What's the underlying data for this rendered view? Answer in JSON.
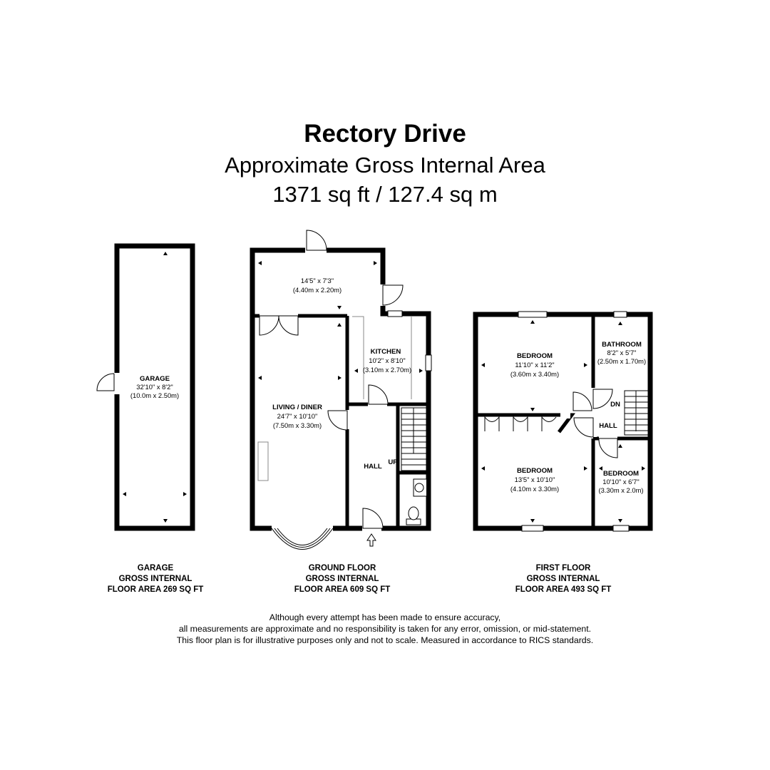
{
  "header": {
    "title": "Rectory Drive",
    "subtitle": "Approximate Gross Internal Area",
    "area": "1371 sq ft / 127.4 sq m"
  },
  "rooms": {
    "garage": {
      "name": "GARAGE",
      "dim_imperial": "32'10\" x 8'2\"",
      "dim_metric": "(10.0m x 2.50m)"
    },
    "conservatory": {
      "dim_imperial": "14'5\" x 7'3\"",
      "dim_metric": "(4.40m x 2.20m)"
    },
    "kitchen": {
      "name": "KITCHEN",
      "dim_imperial": "10'2\" x 8'10\"",
      "dim_metric": "(3.10m x 2.70m)"
    },
    "living_diner": {
      "name": "LIVING / DINER",
      "dim_imperial": "24'7\" x 10'10\"",
      "dim_metric": "(7.50m x 3.30m)"
    },
    "ground_hall": {
      "name": "HALL",
      "stair_label": "UP"
    },
    "bedroom_1": {
      "name": "BEDROOM",
      "dim_imperial": "11'10\" x 11'2\"",
      "dim_metric": "(3.60m x 3.40m)"
    },
    "bathroom": {
      "name": "BATHROOM",
      "dim_imperial": "8'2\" x 5'7\"",
      "dim_metric": "(2.50m x 1.70m)"
    },
    "first_hall": {
      "name": "HALL",
      "stair_label": "DN"
    },
    "bedroom_2": {
      "name": "BEDROOM",
      "dim_imperial": "13'5\" x 10'10\"",
      "dim_metric": "(4.10m x 3.30m)"
    },
    "bedroom_3": {
      "name": "BEDROOM",
      "dim_imperial": "10'10\" x 6'7\"",
      "dim_metric": "(3.30m x 2.0m)"
    }
  },
  "captions": {
    "garage": [
      "GARAGE",
      "GROSS INTERNAL",
      "FLOOR AREA 269 SQ FT"
    ],
    "ground": [
      "GROUND FLOOR",
      "GROSS INTERNAL",
      "FLOOR AREA 609 SQ FT"
    ],
    "first": [
      "FIRST FLOOR",
      "GROSS INTERNAL",
      "FLOOR AREA 493 SQ FT"
    ]
  },
  "disclaimer": [
    "Although every attempt has been made to ensure accuracy,",
    "all measurements are approximate and no responsibility is taken for any error, omission, or mid-statement.",
    "This floor plan is for illustrative purposes only and not to scale. Measured in accordance to RICS standards."
  ],
  "colors": {
    "wall": "#000000",
    "background": "#ffffff",
    "fixture": "#888888"
  },
  "icons": {
    "entrance": "entrance-arrow-icon",
    "door": "door-swing-icon",
    "window": "window-icon",
    "stairs": "stairs-icon",
    "wc": "toilet-icon",
    "basin": "basin-icon"
  }
}
